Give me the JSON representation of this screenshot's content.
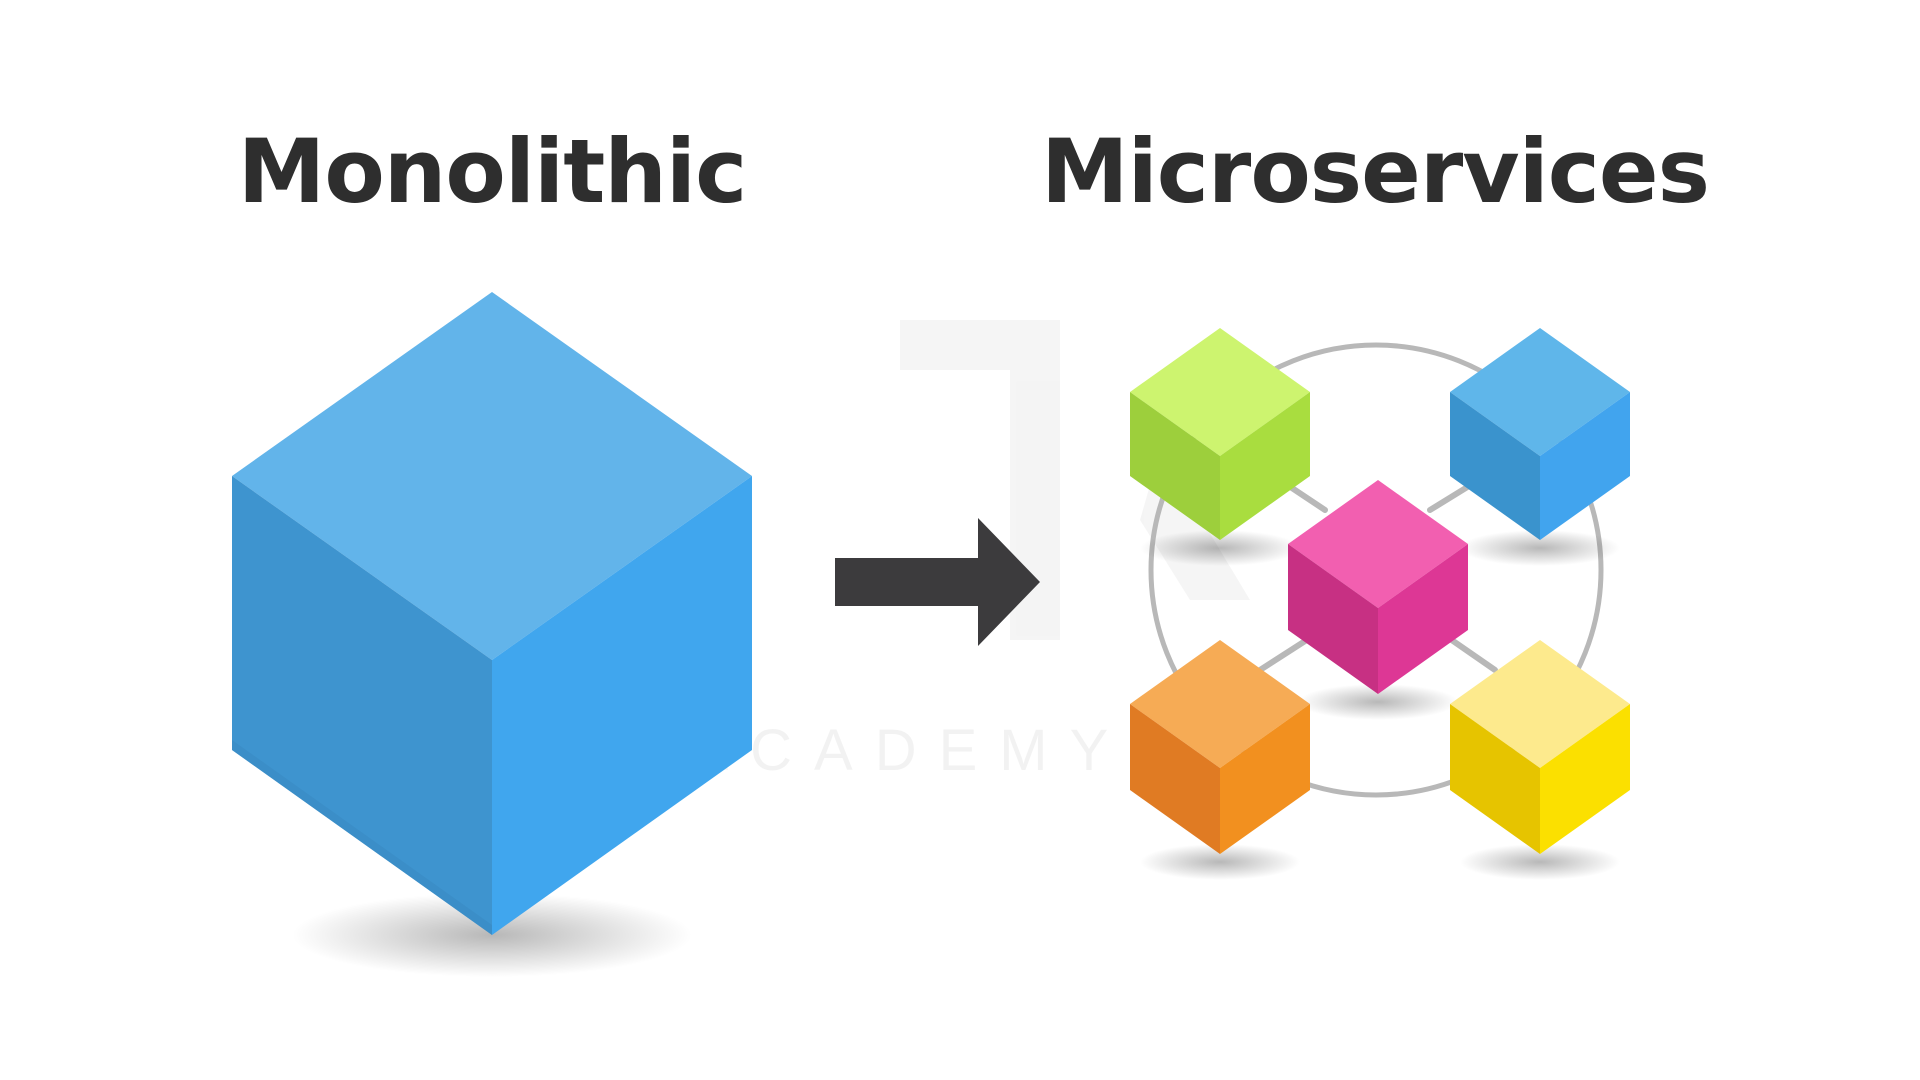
{
  "left": {
    "title": "Monolithic"
  },
  "right": {
    "title": "Microservices"
  },
  "watermark": {
    "text": "ATRO ACADEMY"
  },
  "colors": {
    "monolith": {
      "top": "#62b4ea",
      "left": "#3e94cf",
      "right": "#40a6ee"
    },
    "green": {
      "top": "#cdf46f",
      "left": "#9dcf3c",
      "right": "#a9dd3f"
    },
    "blue": {
      "top": "#5fb6ea",
      "left": "#3a93cd",
      "right": "#41a4ee"
    },
    "pink": {
      "top": "#f25fb0",
      "left": "#c73083",
      "right": "#dd3795"
    },
    "orange": {
      "top": "#f6ab55",
      "left": "#e07b23",
      "right": "#f2901f"
    },
    "yellow": {
      "top": "#fdea8d",
      "left": "#e6c400",
      "right": "#fbe000"
    },
    "arrow": "#3c3b3d",
    "ring": "#b8b8b8",
    "title": "#2e2e2e"
  },
  "icons": {
    "monolith": "blue-cube-icon",
    "arrow": "right-arrow-icon",
    "services": [
      "green-cube-icon",
      "blue-cube-icon",
      "pink-cube-icon",
      "orange-cube-icon",
      "yellow-cube-icon"
    ]
  }
}
